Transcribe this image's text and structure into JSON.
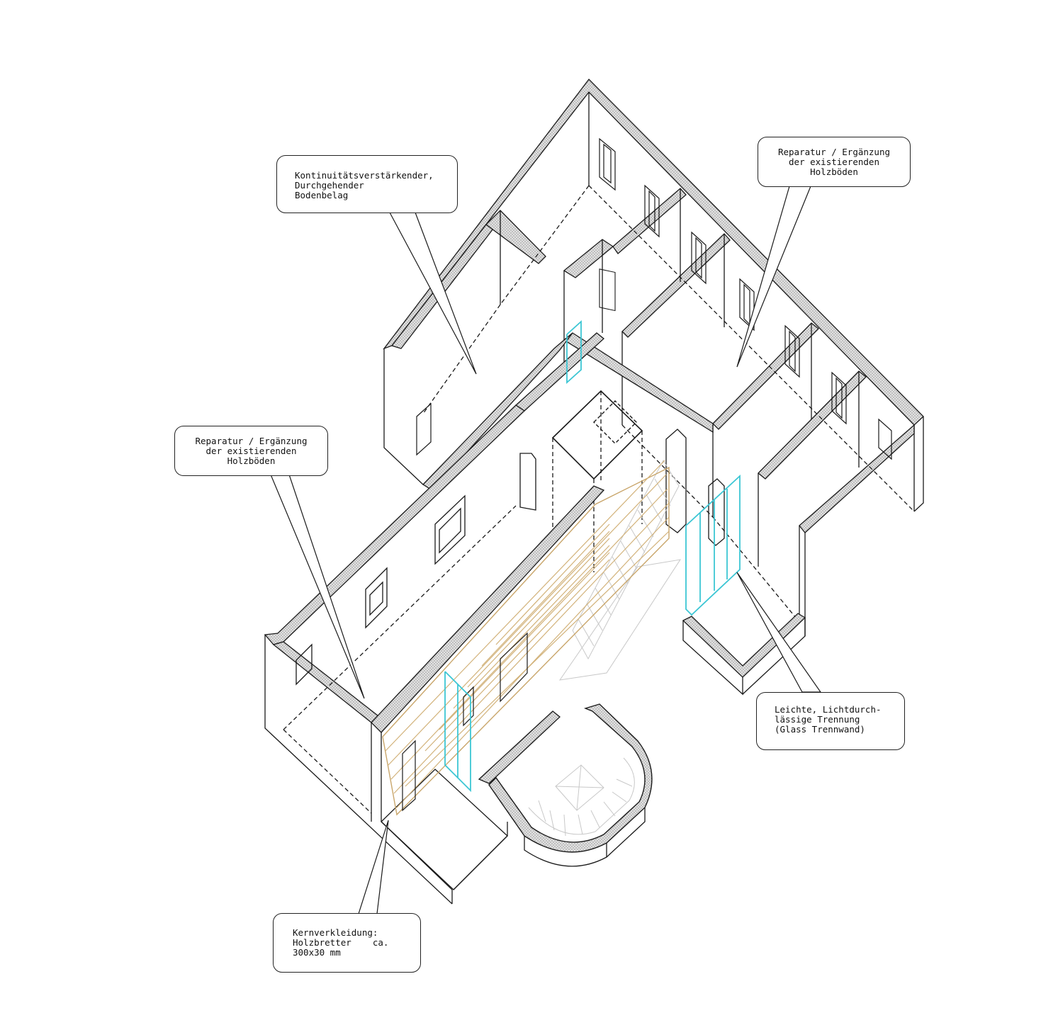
{
  "annotations": {
    "bodenbelag": {
      "lines": [
        "Kontinuitätsverstärkender,",
        "Durchgehender",
        "Bodenbelag"
      ]
    },
    "holzboeden_right": {
      "lines": [
        "Reparatur / Ergänzung",
        "der existierenden",
        "Holzböden"
      ]
    },
    "holzboeden_left": {
      "lines": [
        "Reparatur / Ergänzung",
        "der existierenden",
        "Holzböden"
      ]
    },
    "trennung": {
      "lines": [
        "Leichte, Lichtdurch-",
        "lässige Trennung",
        "(Glass Trennwand)"
      ]
    },
    "kernverkleidung": {
      "lines": [
        "Kernverkleidung:",
        "Holzbretter    ca.",
        "300x30 mm"
      ]
    }
  },
  "colors": {
    "line": "#1a1a1a",
    "wall_hatch": "#9a9a9a",
    "wood_cladding": "#d2b27a",
    "glass_partition": "#3cc6d4",
    "stair_grey": "#c8c8c8"
  }
}
